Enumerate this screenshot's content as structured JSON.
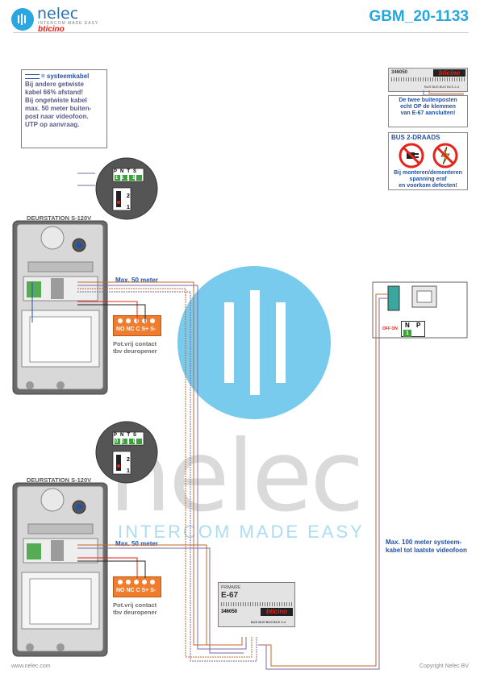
{
  "header": {
    "logo_name": "nelec",
    "logo_tagline": "INTERCOM MADE EASY",
    "logo_brand": "bticino",
    "doc_code": "GBM_20-1133"
  },
  "legend": {
    "line1": "= systeemkabel",
    "line2": "Bij andere getwiste",
    "line3": "kabel 66% afstand!",
    "line4": "Bij ongetwiste kabel",
    "line5": "max. 50 meter buiten-",
    "line6": "post naar videofoon.",
    "line7": "UTP op aanvraag."
  },
  "top_module": {
    "code": "346050",
    "brand": "bticino",
    "terminals": "BUS BUS BUS BCK 2-4"
  },
  "note_posts": {
    "line1": "De twee buitenposten",
    "line2": "echt OP de klemmen",
    "line3": "van E-67 aansluiten!"
  },
  "bus_warning": {
    "title": "BUS 2-DRAADS",
    "line1": "Bij monteren/demonteren",
    "line2": "spanning eraf",
    "line3": "en voorkom defecten!"
  },
  "station1": {
    "title": "DEURSTATION S-120V",
    "cable_label": "Max. 50 meter",
    "switch_header": [
      "P",
      "N",
      "T",
      "S"
    ],
    "switch_values": [
      "1",
      "1",
      "1",
      "1"
    ],
    "dip": [
      "2",
      "1"
    ]
  },
  "station2": {
    "title": "DEURSTATION S-120V",
    "cable_label": "Max. 50 meter",
    "switch_header": [
      "P",
      "N",
      "T",
      "S"
    ],
    "switch_values": [
      "0",
      "1",
      "1",
      "0"
    ],
    "dip": [
      "2",
      "1"
    ]
  },
  "contacts": {
    "terminals": "NO NC C S+ S-",
    "label1": "Pot.vrij contact",
    "label2": "tbv deuropener"
  },
  "monitor": {
    "switch_label": "OFF ON",
    "header": [
      "N",
      "P"
    ],
    "value": "1"
  },
  "power_supply": {
    "tag": "PRIMAIRE",
    "model": "E-67",
    "code": "346050",
    "brand": "bticino",
    "terminals": "BUS BUS BUS BCK 2-4"
  },
  "note_right": {
    "line1": "Max. 100 meter systeem-",
    "line2": "kabel tot laatste videofoon"
  },
  "watermark": {
    "main": "nelec",
    "sub": "INTERCOM MADE EASY"
  },
  "footer": {
    "left": "www.nelec.com",
    "right": "Copyright Nelec BV"
  }
}
